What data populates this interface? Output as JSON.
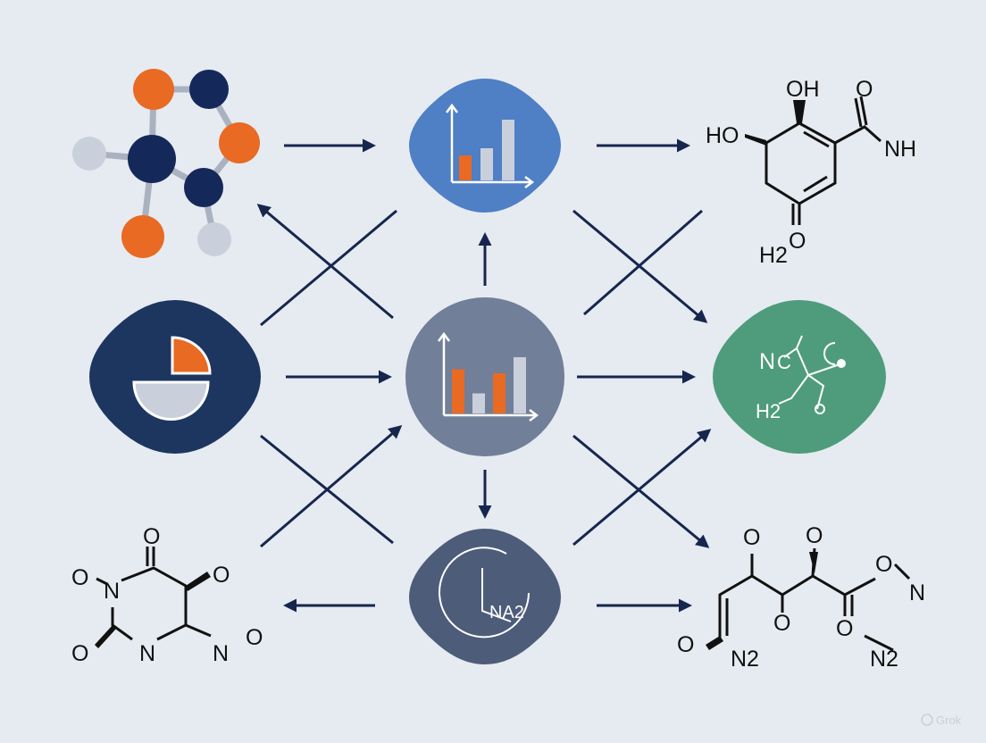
{
  "colors": {
    "background": "#e6ebf1",
    "arrow": "#16264d",
    "navy": "#1d3660",
    "blue": "#4f7fc4",
    "slate": "#717f98",
    "slate_dark": "#4d5c79",
    "green": "#4f9c7c",
    "orange": "#e96a23",
    "light_gray": "#c9d0dc",
    "atom_navy": "#15285a"
  },
  "nodes": {
    "blue_chart": {
      "icon": "bar-chart-icon",
      "bars": [
        0.35,
        0.45,
        0.85
      ]
    },
    "center_chart": {
      "icon": "bar-chart-icon",
      "bars": [
        0.55,
        0.25,
        0.5,
        0.7
      ]
    },
    "pie": {
      "icon": "pie-chart-icon"
    },
    "clock": {
      "icon": "clock-icon",
      "label": "NA2"
    },
    "green_structure": {
      "labels": [
        "N",
        "C",
        "C",
        "H2",
        "O"
      ]
    }
  },
  "structures": {
    "top_right": {
      "labels": [
        "OH",
        "O",
        "HO",
        "NH",
        "H2",
        "O"
      ]
    },
    "bottom_left": {
      "labels": [
        "O",
        "O",
        "N",
        "O",
        "O",
        "N",
        "N",
        "O"
      ]
    },
    "bottom_right": {
      "labels": [
        "O",
        "O",
        "O",
        "N",
        "O",
        "O",
        "N2",
        "O",
        "N2"
      ]
    }
  },
  "watermark": "Grok"
}
